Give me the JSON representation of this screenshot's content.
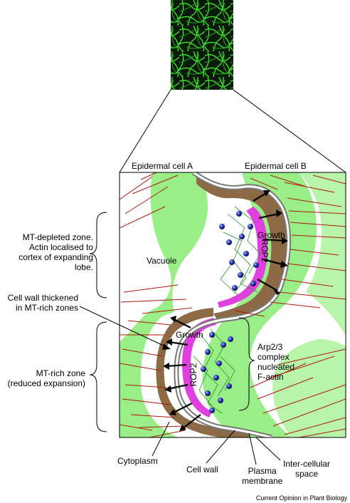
{
  "labels": {
    "epidermal_cell_a": "Epidermal cell A",
    "epidermal_cell_b": "Epidermal cell B",
    "mt_depleted_zone": [
      "MT-depleted zone.",
      "Actin localised to",
      "cortex of expanding",
      "lobe."
    ],
    "vacuole": "Vacuole",
    "cell_wall_thickened": [
      "Cell wall thickened",
      "in MT-rich zones"
    ],
    "mt_rich_zone": [
      "MT-rich zone",
      "(reduced expansion)"
    ],
    "arp23": [
      "Arp2/3",
      "complex",
      "nucleated",
      "F-actin"
    ],
    "growth_top": "Growth",
    "growth_bottom": "Growth",
    "rop2_top": "ROP2",
    "rop2_bottom": "ROP2",
    "cytoplasm": "Cytoplasm",
    "cell_wall": "Cell wall",
    "plasma_membrane": [
      "Plasma",
      "membrane"
    ],
    "intercellular_space": [
      "Inter-cellular",
      "space"
    ],
    "credit": "Current Opinion in Plant Biology"
  },
  "colors": {
    "cytoplasm_green": "#99ee88",
    "cell_wall_brown": "#8b6a45",
    "rop2_magenta": "#e040e0",
    "microtubule_red": "#b01a0a",
    "actin_green": "#2a8f2a",
    "micrograph_green": "#33dd22",
    "arp_blue": "#2233aa"
  }
}
